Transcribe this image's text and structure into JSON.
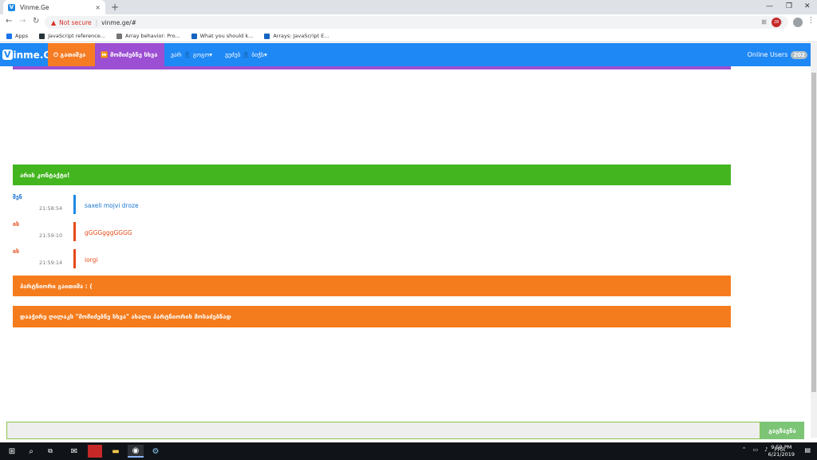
{
  "browser": {
    "tab_title": "Vinme.Ge",
    "tab_favicon": "V",
    "new_tab": "+",
    "close_tab": "×",
    "security_label": "Not secure",
    "url": "vinme.ge/#",
    "bookmarks": [
      {
        "label": "Apps",
        "icon": "apps-icon",
        "color": "#1a73e8"
      },
      {
        "label": "JavaScript reference...",
        "icon": "mdn-icon",
        "color": "#263238"
      },
      {
        "label": "Array behavior: Pro...",
        "icon": "page-icon",
        "color": "#757575"
      },
      {
        "label": "What you should k...",
        "icon": "bookmark-icon",
        "color": "#1565c0"
      },
      {
        "label": "Arrays: JavaScript E...",
        "icon": "bookmark-icon",
        "color": "#1565c0"
      }
    ],
    "extension_badge": "28"
  },
  "site": {
    "logo_v": "V",
    "logo_rest": "inme.Ge",
    "exit_label": "⏻ გათიშვა",
    "next_label": "⏩ მომიძებნე სხვა",
    "i_am_label": "ვარ 👤 გოგო▾",
    "seeking_label": "ვეძებ 👤 ბიჭს▾",
    "online_label": "Online Users",
    "online_count": "202",
    "colors": {
      "navbar": "#1e88f5",
      "exit": "#f57c23",
      "next": "#9c4fd2",
      "success": "#43b51f",
      "warning": "#f57c1d"
    }
  },
  "chat": {
    "connected_alert": "არის კონტაქტი!",
    "messages": [
      {
        "who": "შენ",
        "time": "21:58:54",
        "text": "saxeli mojvi droze",
        "side": "me"
      },
      {
        "who": "ის",
        "time": "21:59:10",
        "text": "gGGGgggGGGG",
        "side": "them"
      },
      {
        "who": "ის",
        "time": "21:59:14",
        "text": "iorgi",
        "side": "them"
      }
    ],
    "partner_left_alert": "პარტნიორი გაითიშა : (",
    "hint_alert": "დააჭირე ღილაკს \"მომიძებნე სხვა\" ახალი პარტნიორის მოსაძებნად",
    "input_value": "",
    "send_label": "გაგზავნა"
  },
  "taskbar": {
    "tray_lang": "FRA",
    "time": "9:59 PM",
    "date": "6/21/2019"
  }
}
